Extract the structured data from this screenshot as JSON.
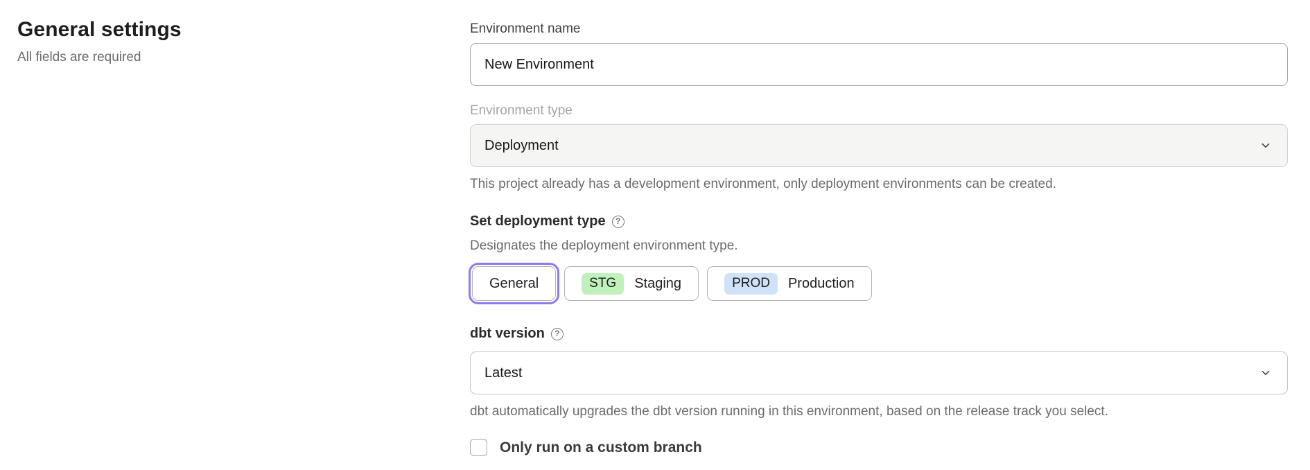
{
  "page": {
    "title": "General settings",
    "subtitle": "All fields are required"
  },
  "form": {
    "environment_name": {
      "label": "Environment name",
      "value": "New Environment"
    },
    "environment_type": {
      "label": "Environment type",
      "value": "Deployment",
      "disabled": true,
      "helper": "This project already has a development environment, only deployment environments can be created."
    },
    "deployment_type": {
      "label": "Set deployment type",
      "description": "Designates the deployment environment type.",
      "options": [
        {
          "label": "General",
          "selected": true
        },
        {
          "badge": "STG",
          "label": "Staging",
          "badge_color": "#c0f1bd"
        },
        {
          "badge": "PROD",
          "label": "Production",
          "badge_color": "#cfe2fa"
        }
      ]
    },
    "dbt_version": {
      "label": "dbt version",
      "value": "Latest",
      "helper": "dbt automatically upgrades the dbt version running in this environment, based on the release track you select."
    },
    "custom_branch": {
      "label": "Only run on a custom branch",
      "checked": false
    }
  },
  "icons": {
    "help_glyph": "?"
  },
  "colors": {
    "accent": "#8a7af2",
    "stg_badge": "#c0f1bd",
    "prod_badge": "#cfe2fa"
  }
}
